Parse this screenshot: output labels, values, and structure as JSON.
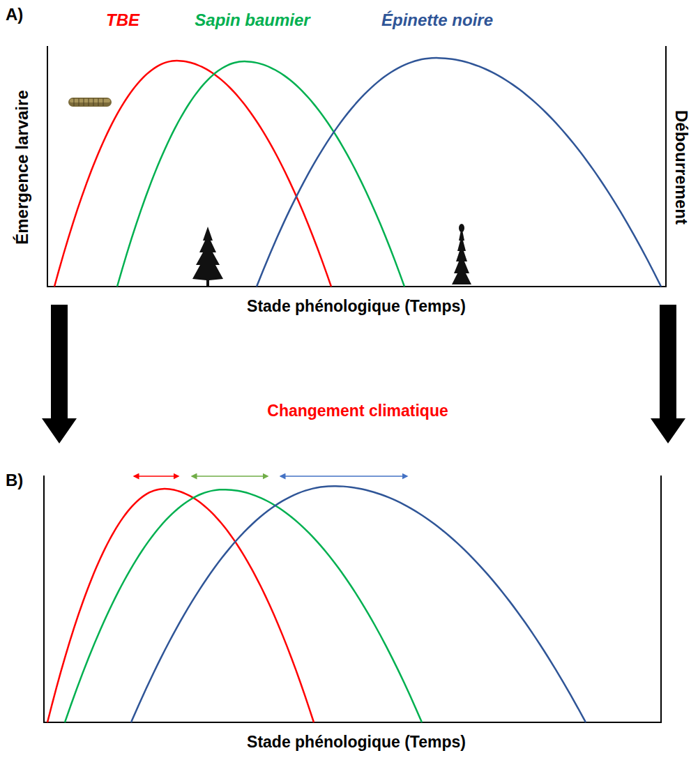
{
  "diagram": {
    "labels": [
      "A)",
      "TBE",
      "Sapin baumier",
      "Épinette noire",
      "Émergence larvaire",
      "Débourrement",
      "Stade phénologique (Temps)",
      "Changement climatique",
      "B)",
      "Stade phénologique (Temps)"
    ]
  }
}
